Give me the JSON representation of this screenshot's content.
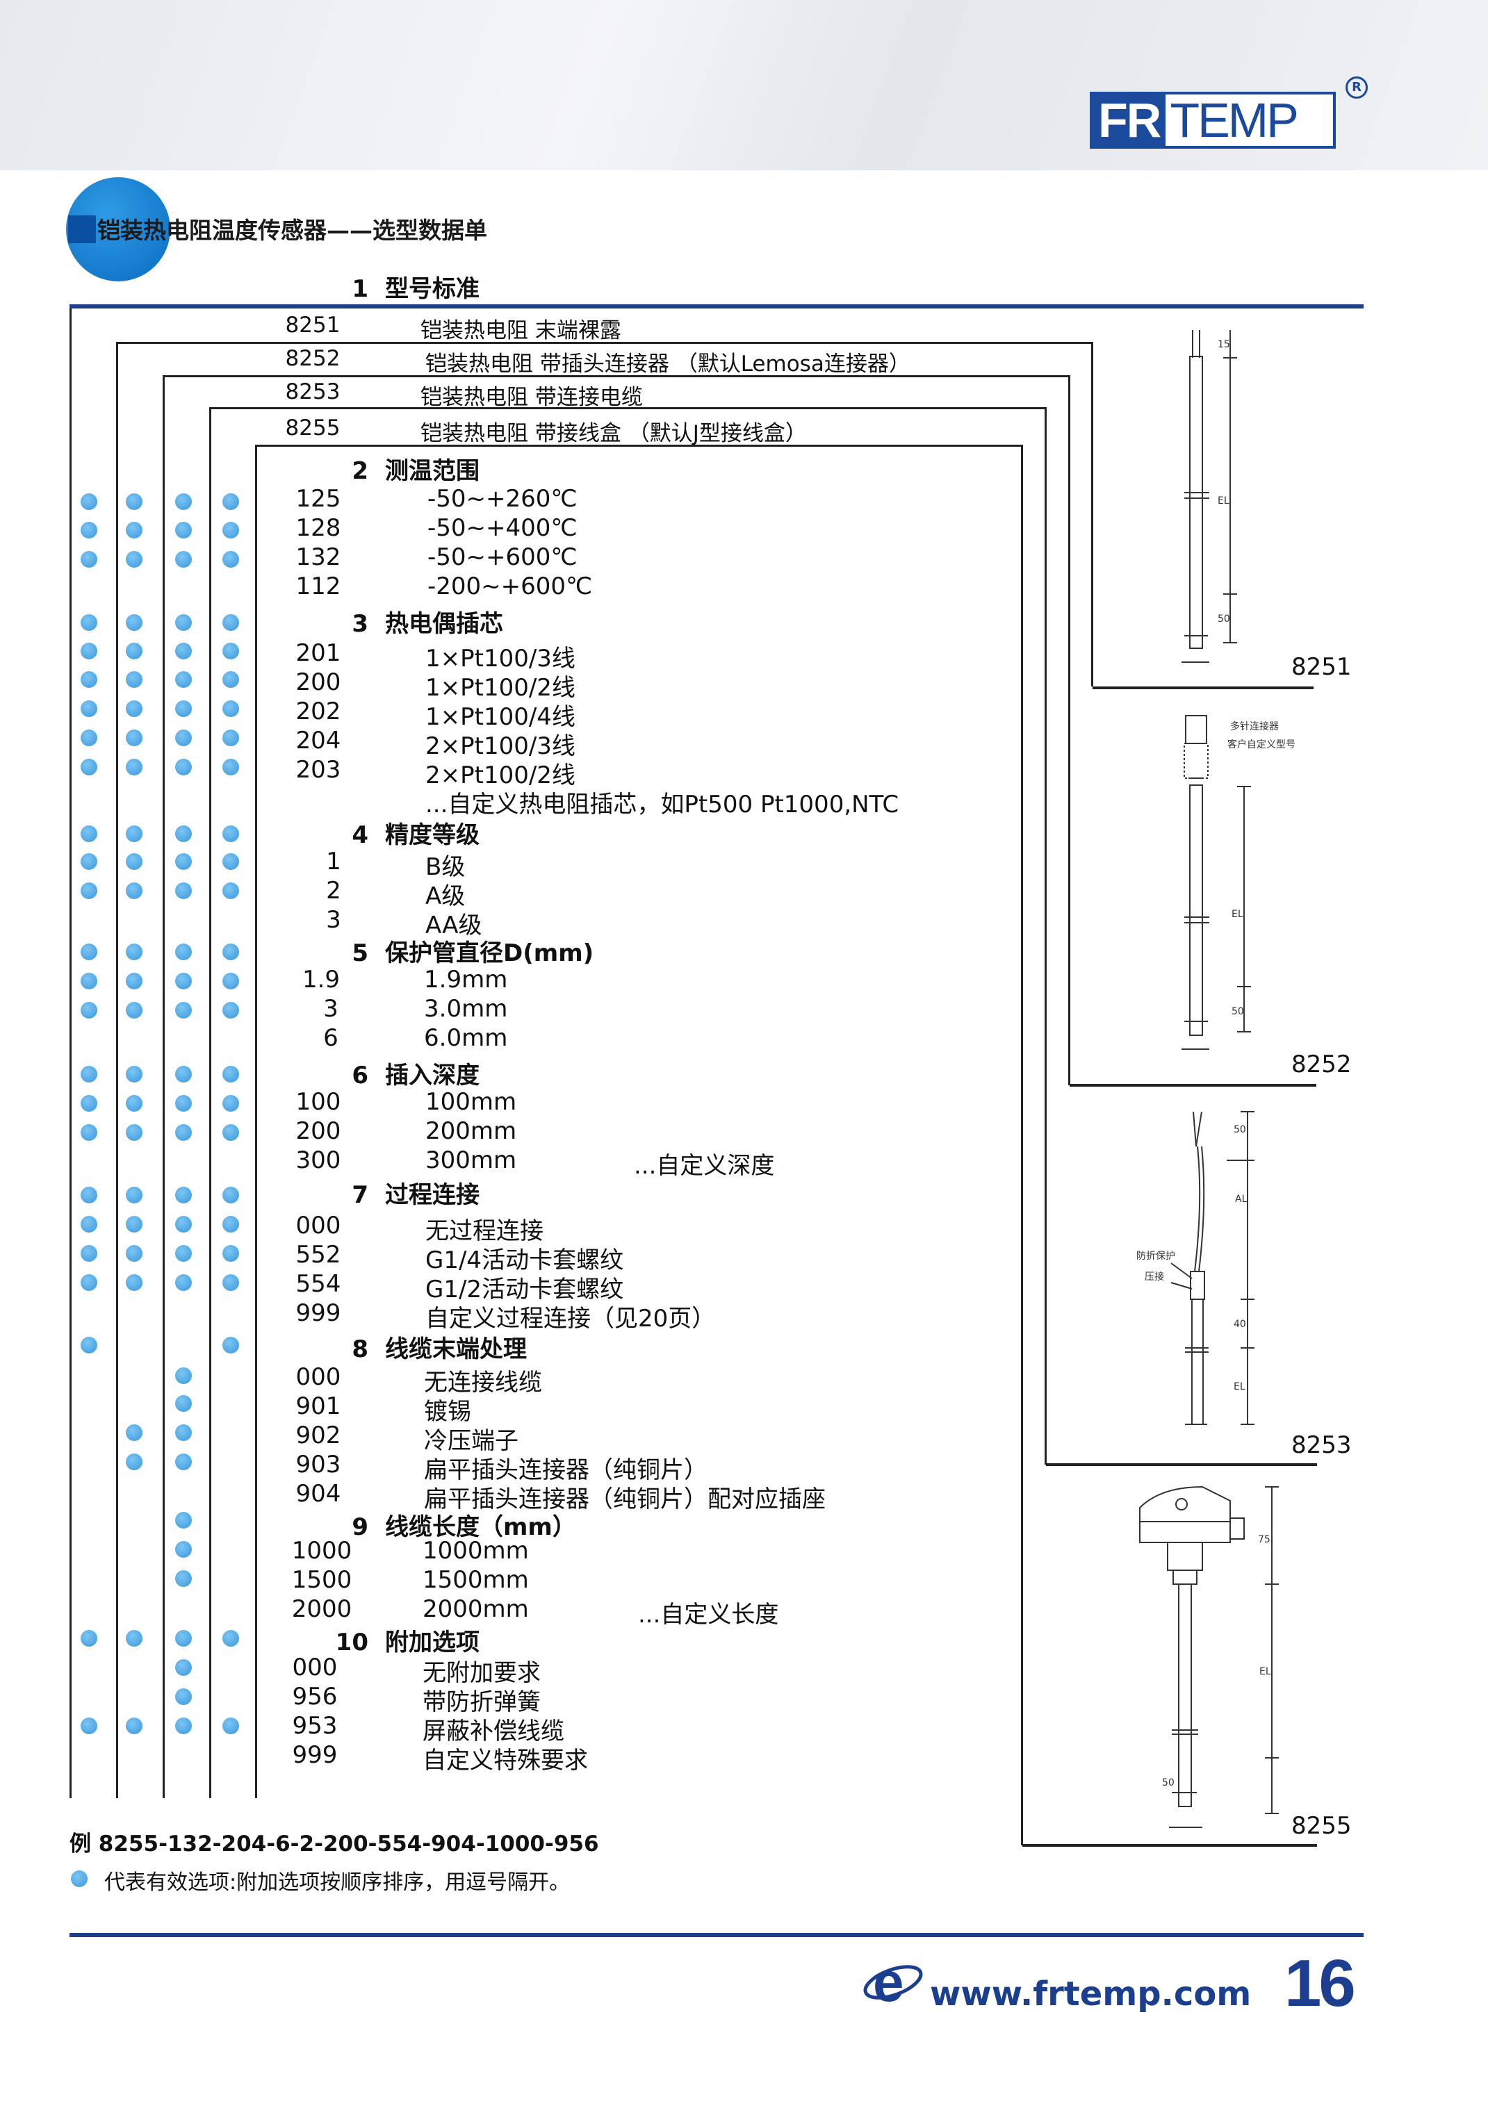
{
  "brand": {
    "logo_fr": "FR",
    "logo_temp": "TEMP",
    "registered": "R"
  },
  "doc_title": "铠装热电阻温度传感器——选型数据单",
  "sections": [
    {
      "num": "1",
      "title": "型号标准"
    },
    {
      "num": "2",
      "title": "测温范围"
    },
    {
      "num": "3",
      "title": "热电偶插芯"
    },
    {
      "num": "4",
      "title": "精度等级"
    },
    {
      "num": "5",
      "title": "保护管直径D(mm)"
    },
    {
      "num": "6",
      "title": "插入深度"
    },
    {
      "num": "7",
      "title": "过程连接"
    },
    {
      "num": "8",
      "title": "线缆末端处理"
    },
    {
      "num": "9",
      "title": "线缆长度（mm）"
    },
    {
      "num": "10",
      "title": "附加选项"
    }
  ],
  "models": [
    {
      "code": "8251",
      "desc": "铠装热电阻 末端裸露"
    },
    {
      "code": "8252",
      "desc": "铠装热电阻 带插头连接器 （默认Lemosa连接器）"
    },
    {
      "code": "8253",
      "desc": "铠装热电阻 带连接电缆"
    },
    {
      "code": "8255",
      "desc": "铠装热电阻 带接线盒 （默认J型接线盒）"
    }
  ],
  "temp_range": [
    {
      "code": "125",
      "desc": "-50~+260℃"
    },
    {
      "code": "128",
      "desc": "-50~+400℃"
    },
    {
      "code": "132",
      "desc": "-50~+600℃"
    },
    {
      "code": "112",
      "desc": "-200~+600℃"
    }
  ],
  "inserts": [
    {
      "code": "201",
      "desc": "1×Pt100/3线"
    },
    {
      "code": "200",
      "desc": "1×Pt100/2线"
    },
    {
      "code": "202",
      "desc": "1×Pt100/4线"
    },
    {
      "code": "204",
      "desc": "2×Pt100/3线"
    },
    {
      "code": "203",
      "desc": "2×Pt100/2线"
    }
  ],
  "inserts_note": "...自定义热电阻插芯，如Pt500  Pt1000,NTC",
  "accuracy": [
    {
      "code": "1",
      "desc": "B级"
    },
    {
      "code": "2",
      "desc": "A级"
    },
    {
      "code": "3",
      "desc": "AA级"
    }
  ],
  "diameter": [
    {
      "code": "1.9",
      "desc": "1.9mm"
    },
    {
      "code": "3",
      "desc": "3.0mm"
    },
    {
      "code": "6",
      "desc": "6.0mm"
    }
  ],
  "depth": [
    {
      "code": "100",
      "desc": "100mm"
    },
    {
      "code": "200",
      "desc": "200mm"
    },
    {
      "code": "300",
      "desc": "300mm"
    }
  ],
  "depth_note": "...自定义深度",
  "process": [
    {
      "code": "000",
      "desc": "无过程连接"
    },
    {
      "code": "552",
      "desc": "G1/4活动卡套螺纹"
    },
    {
      "code": "554",
      "desc": "G1/2活动卡套螺纹"
    },
    {
      "code": "999",
      "desc": "自定义过程连接（见20页）"
    }
  ],
  "cable_end": [
    {
      "code": "000",
      "desc": "无连接线缆"
    },
    {
      "code": "901",
      "desc": "镀锡"
    },
    {
      "code": "902",
      "desc": "冷压端子"
    },
    {
      "code": "903",
      "desc": "扁平插头连接器（纯铜片）"
    },
    {
      "code": "904",
      "desc": "扁平插头连接器（纯铜片）配对应插座"
    }
  ],
  "cable_len": [
    {
      "code": "1000",
      "desc": "1000mm"
    },
    {
      "code": "1500",
      "desc": "1500mm"
    },
    {
      "code": "2000",
      "desc": "2000mm"
    }
  ],
  "cable_len_note": "...自定义长度",
  "options": [
    {
      "code": "000",
      "desc": "无附加要求"
    },
    {
      "code": "956",
      "desc": "带防折弹簧"
    },
    {
      "code": "953",
      "desc": "屏蔽补偿线缆"
    },
    {
      "code": "999",
      "desc": "自定义特殊要求"
    }
  ],
  "diagram_labels": [
    "8251",
    "8252",
    "8253",
    "8255"
  ],
  "diagram_annotations": {
    "connector_1": "多针连接器",
    "connector_2": "客户自定义型号",
    "bend_guard": "防折保护",
    "crimp": "压接",
    "dims": [
      "15",
      "EL",
      "50",
      "50",
      "AL",
      "40",
      "75"
    ]
  },
  "example": "例  8255-132-204-6-2-200-554-904-1000-956",
  "note": "代表有效选项:附加选项按顺序排序，用逗号隔开。",
  "footer": {
    "url": "www.frtemp.com",
    "page": "16"
  }
}
